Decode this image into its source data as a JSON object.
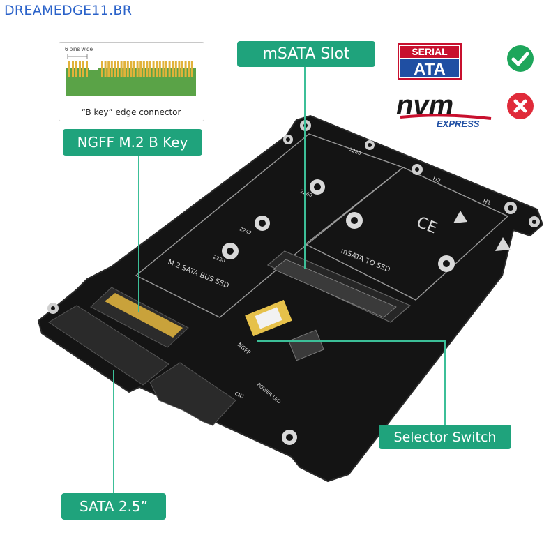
{
  "watermark": "DREAMEDGE11.BR",
  "callouts": {
    "msata_slot": "mSATA  Slot",
    "ngff_key": "NGFF M.2 B Key",
    "selector_switch": "Selector Switch",
    "sata": "SATA  2.5”"
  },
  "inset": {
    "pins_note": "6 pins wide",
    "caption": "“B key” edge connector"
  },
  "logos": {
    "serial_ata_top": "SERIAL",
    "serial_ata_bottom": "ATA",
    "nvm_word": "nvm",
    "nvm_sub": "EXPRESS"
  },
  "support": {
    "sata_icon": "check-icon",
    "nvme_icon": "cross-icon"
  },
  "board": {
    "silk_m2": "M.2 SATA BUS SSD",
    "silk_msata": "mSATA TO SSD",
    "silk_2280a": "2280",
    "silk_2260": "2260",
    "silk_2242": "2242",
    "silk_2230": "2230",
    "silk_ngff": "NGFF",
    "silk_power_led": "POWER LED",
    "silk_h1": "H1",
    "silk_h2": "H2",
    "silk_cn1": "CN1"
  },
  "colors": {
    "callout": "#1fa37c",
    "board": "#141414",
    "sata_red": "#c8102e",
    "sata_blue": "#1f4fa3",
    "check": "#1ea65b",
    "cross": "#e02b3a",
    "watermark": "#2a62c9"
  }
}
